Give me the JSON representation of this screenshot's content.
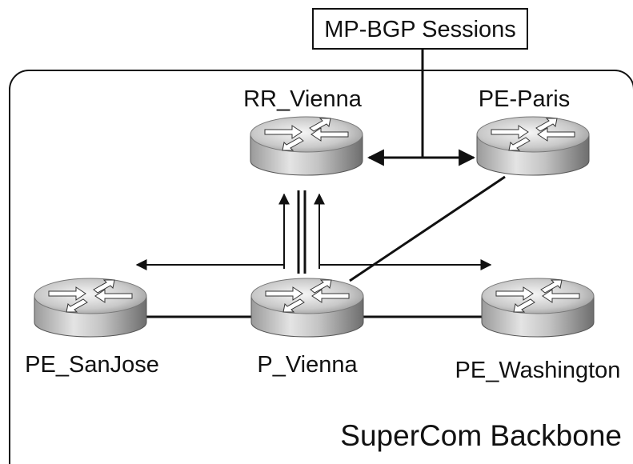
{
  "callout": {
    "text": "MP-BGP Sessions"
  },
  "region": {
    "label": "SuperCom Backbone"
  },
  "routers": {
    "rr_vienna": {
      "label": "RR_Vienna"
    },
    "pe_paris": {
      "label": "PE-Paris"
    },
    "pe_sanjose": {
      "label": "PE_SanJose"
    },
    "p_vienna": {
      "label": "P_Vienna"
    },
    "pe_washington": {
      "label": "PE_Washington"
    }
  },
  "colors": {
    "line": "#111111",
    "router_light": "#f2f2f2",
    "router_dark": "#6e6e6e"
  }
}
